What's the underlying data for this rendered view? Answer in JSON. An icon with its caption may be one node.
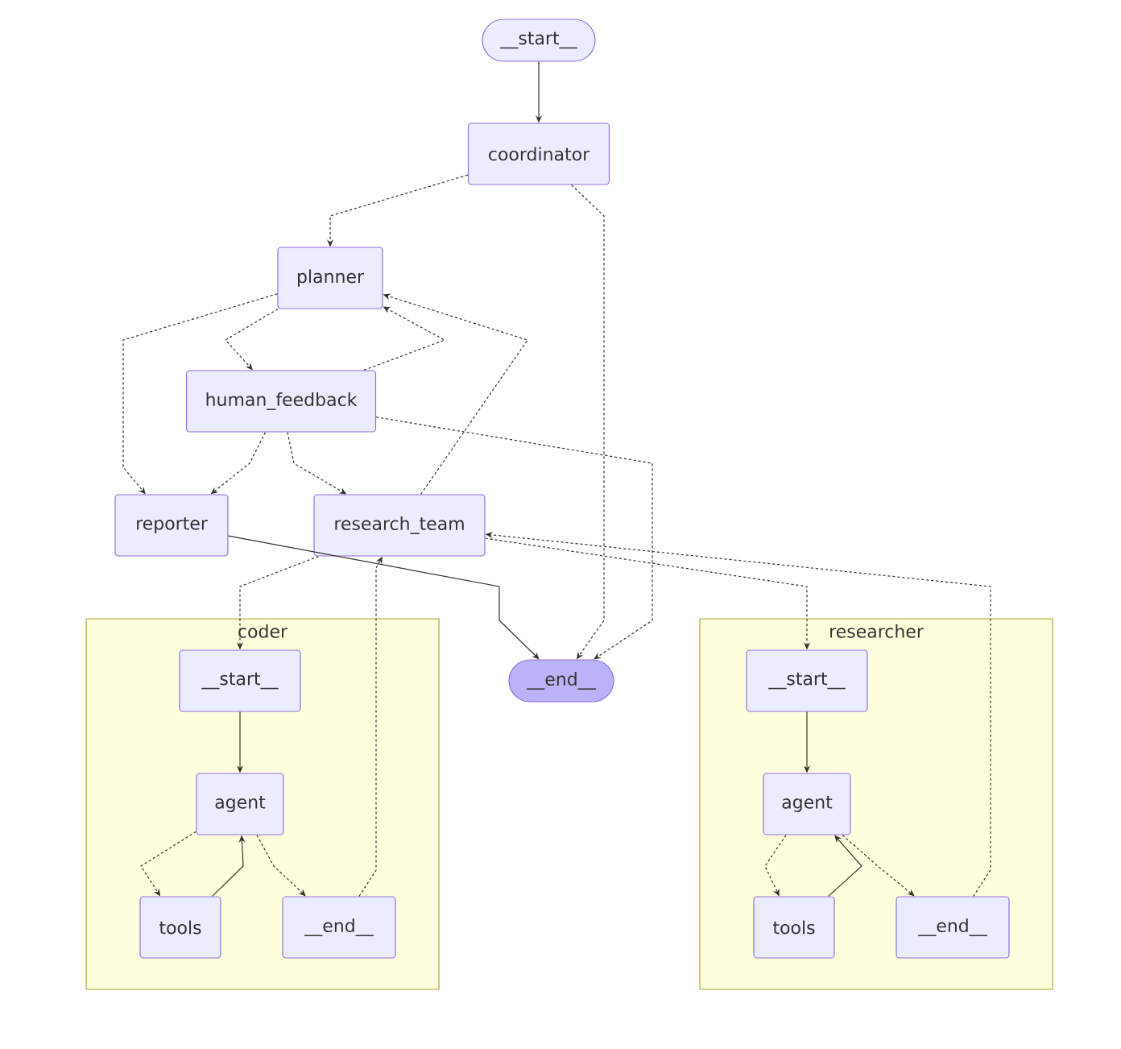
{
  "diagram": {
    "nodes": [
      {
        "text": [
          "__start__"
        ]
      },
      {
        "text": [
          "coordinator"
        ]
      },
      {
        "text": [
          "planner"
        ]
      },
      {
        "text": [
          "human_feedback"
        ]
      },
      {
        "text": [
          "reporter"
        ]
      },
      {
        "text": [
          "research_team"
        ]
      },
      {
        "text": [
          "coder"
        ]
      },
      {
        "text": [
          "__start__"
        ],
        "in": 6
      },
      {
        "text": [
          "agent"
        ],
        "in": 6
      },
      {
        "text": [
          "tools"
        ],
        "in": 6
      },
      {
        "text": [
          "__end__"
        ],
        "in": 6
      },
      {
        "text": [
          "__end__"
        ]
      },
      {
        "text": [
          "researcher"
        ]
      },
      {
        "text": [
          "__start__"
        ],
        "in": 12
      },
      {
        "text": [
          "agent"
        ],
        "in": 12
      },
      {
        "text": [
          "tools"
        ],
        "in": 12
      },
      {
        "text": [
          "__end__"
        ],
        "in": 12
      }
    ],
    "edges": [
      {
        "from": 0,
        "to": 1,
        "arrow": "to"
      },
      {
        "from": 1,
        "to": 2,
        "arrow": "to",
        "style": "dashed"
      },
      {
        "from": 1,
        "to": 11,
        "arrow": "to",
        "style": "dashed"
      },
      {
        "from": 2,
        "to": 3,
        "arrow": "to",
        "style": "dashed"
      },
      {
        "from": 2,
        "to": 4,
        "arrow": "to",
        "style": "dashed"
      },
      {
        "from": 3,
        "to": 2,
        "arrow": "to",
        "style": "dashed"
      },
      {
        "from": 3,
        "to": 4,
        "arrow": "to",
        "style": "dashed"
      },
      {
        "from": 3,
        "to": 5,
        "arrow": "to",
        "style": "dashed"
      },
      {
        "from": 3,
        "to": 11,
        "arrow": "to",
        "style": "dashed"
      },
      {
        "from": 4,
        "to": 11,
        "arrow": "to"
      },
      {
        "from": 5,
        "to": 2,
        "arrow": "to",
        "style": "dashed"
      },
      {
        "from": 5,
        "to": 7,
        "arrow": "to",
        "style": "dashed"
      },
      {
        "from": 5,
        "to": 13,
        "arrow": "to",
        "style": "dashed"
      },
      {
        "from": 10,
        "to": 5,
        "arrow": "to",
        "style": "dashed"
      },
      {
        "from": 16,
        "to": 5,
        "arrow": "to",
        "style": "dashed"
      },
      {
        "from": 7,
        "to": 8,
        "arrow": "to"
      },
      {
        "from": 8,
        "to": 9,
        "arrow": "to",
        "style": "dashed"
      },
      {
        "from": 8,
        "to": 10,
        "arrow": "to",
        "style": "dashed"
      },
      {
        "from": 9,
        "to": 8,
        "arrow": "to"
      },
      {
        "from": 13,
        "to": 14,
        "arrow": "to"
      },
      {
        "from": 14,
        "to": 15,
        "arrow": "to",
        "style": "dashed"
      },
      {
        "from": 14,
        "to": 16,
        "arrow": "to",
        "style": "dashed"
      },
      {
        "from": 15,
        "to": 14,
        "arrow": "to"
      }
    ]
  }
}
